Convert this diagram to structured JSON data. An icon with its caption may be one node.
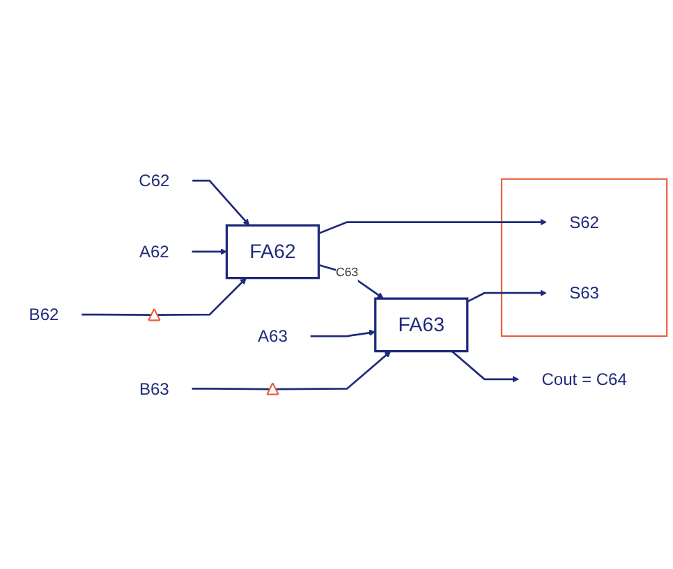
{
  "diagram": {
    "nodes": [
      {
        "text": [
          "C62"
        ]
      },
      {
        "text": [
          "A62"
        ]
      },
      {
        "text": [
          "B62"
        ]
      },
      {
        "text": [],
        "shape": "triangle"
      },
      {
        "text": [
          "FA62"
        ]
      },
      {
        "text": [],
        "shape": "box"
      },
      {
        "text": [
          "S62"
        ],
        "in": 5
      },
      {
        "text": [
          "A63"
        ]
      },
      {
        "text": [
          "B63"
        ]
      },
      {
        "text": [],
        "shape": "triangle"
      },
      {
        "text": [
          "FA63"
        ]
      },
      {
        "text": [
          "S63"
        ],
        "in": 5
      },
      {
        "text": [
          "Cout = C64"
        ]
      }
    ],
    "edges": [
      {
        "from": 0,
        "to": 4,
        "arrow": "to"
      },
      {
        "from": 1,
        "to": 4,
        "arrow": "to"
      },
      {
        "from": 2,
        "to": 3,
        "arrow": "none"
      },
      {
        "from": 3,
        "to": 4,
        "arrow": "to"
      },
      {
        "from": 4,
        "to": 6,
        "arrow": "to"
      },
      {
        "from": 4,
        "to": 10,
        "arrow": "to",
        "label": "C63"
      },
      {
        "from": 7,
        "to": 10,
        "arrow": "to"
      },
      {
        "from": 8,
        "to": 9,
        "arrow": "none"
      },
      {
        "from": 9,
        "to": 10,
        "arrow": "to"
      },
      {
        "from": 10,
        "to": 11,
        "arrow": "to"
      },
      {
        "from": 10,
        "to": 12,
        "arrow": "to"
      }
    ]
  }
}
